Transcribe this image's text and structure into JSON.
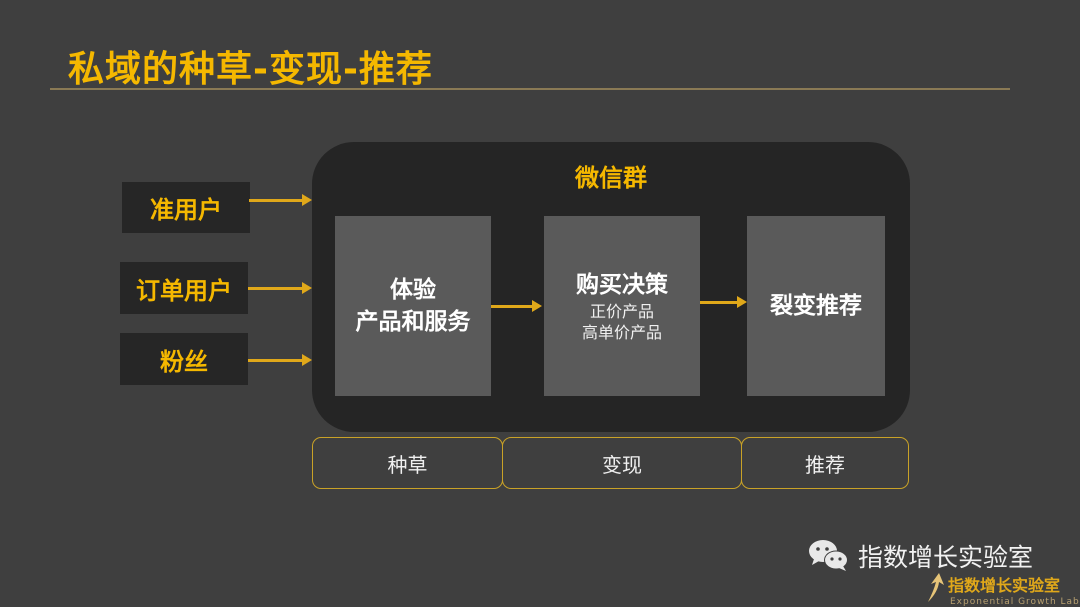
{
  "title": "私域的种草-变现-推荐",
  "sources": [
    {
      "label": "准用户"
    },
    {
      "label": "订单用户"
    },
    {
      "label": "粉丝"
    }
  ],
  "group": {
    "title": "微信群",
    "stages": [
      {
        "main_lines": [
          "体验",
          "产品和服务"
        ],
        "sub_lines": []
      },
      {
        "main_lines": [
          "购买决策"
        ],
        "sub_lines": [
          "正价产品",
          "高单价产品"
        ]
      },
      {
        "main_lines": [
          "裂变推荐"
        ],
        "sub_lines": []
      }
    ]
  },
  "phases": [
    {
      "label": "种草"
    },
    {
      "label": "变现"
    },
    {
      "label": "推荐"
    }
  ],
  "watermark": {
    "account_name": "指数增长实验室",
    "logo_cn": "指数增长实验室",
    "logo_en": "Exponential Growth Lab"
  },
  "colors": {
    "background": "#3f3f3f",
    "accent": "#f5b800",
    "group_bg": "#252525",
    "stage_bg": "#5a5a5a"
  }
}
